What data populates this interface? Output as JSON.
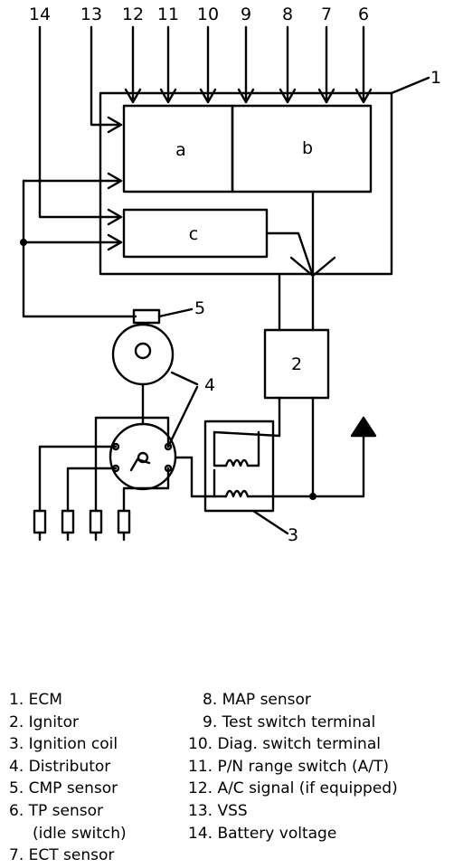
{
  "diagram": {
    "top_callouts": [
      "14",
      "13",
      "12",
      "11",
      "10",
      "9",
      "8",
      "7",
      "6"
    ],
    "callout_1": "1",
    "callout_5": "5",
    "callout_4": "4",
    "callout_3": "3",
    "block_a": "a",
    "block_b": "b",
    "block_c": "c",
    "block_2": "2"
  },
  "legend": {
    "left": [
      "1. ECM",
      "2. Ignitor",
      "3. Ignition coil",
      "4. Distributor",
      "5. CMP sensor",
      "6. TP sensor",
      "(idle switch)",
      "7. ECT sensor"
    ],
    "right": [
      "8. MAP sensor",
      "9. Test switch terminal",
      "10. Diag. switch terminal",
      "11. P/N range switch (A/T)",
      "12. A/C signal (if equipped)",
      "13. VSS",
      "14. Battery voltage"
    ]
  }
}
